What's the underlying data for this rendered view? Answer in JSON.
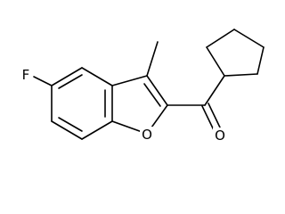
{
  "molecule": {
    "atoms": {
      "fluorine": "F",
      "ring_oxygen": "O",
      "carbonyl_oxygen": "O"
    }
  }
}
